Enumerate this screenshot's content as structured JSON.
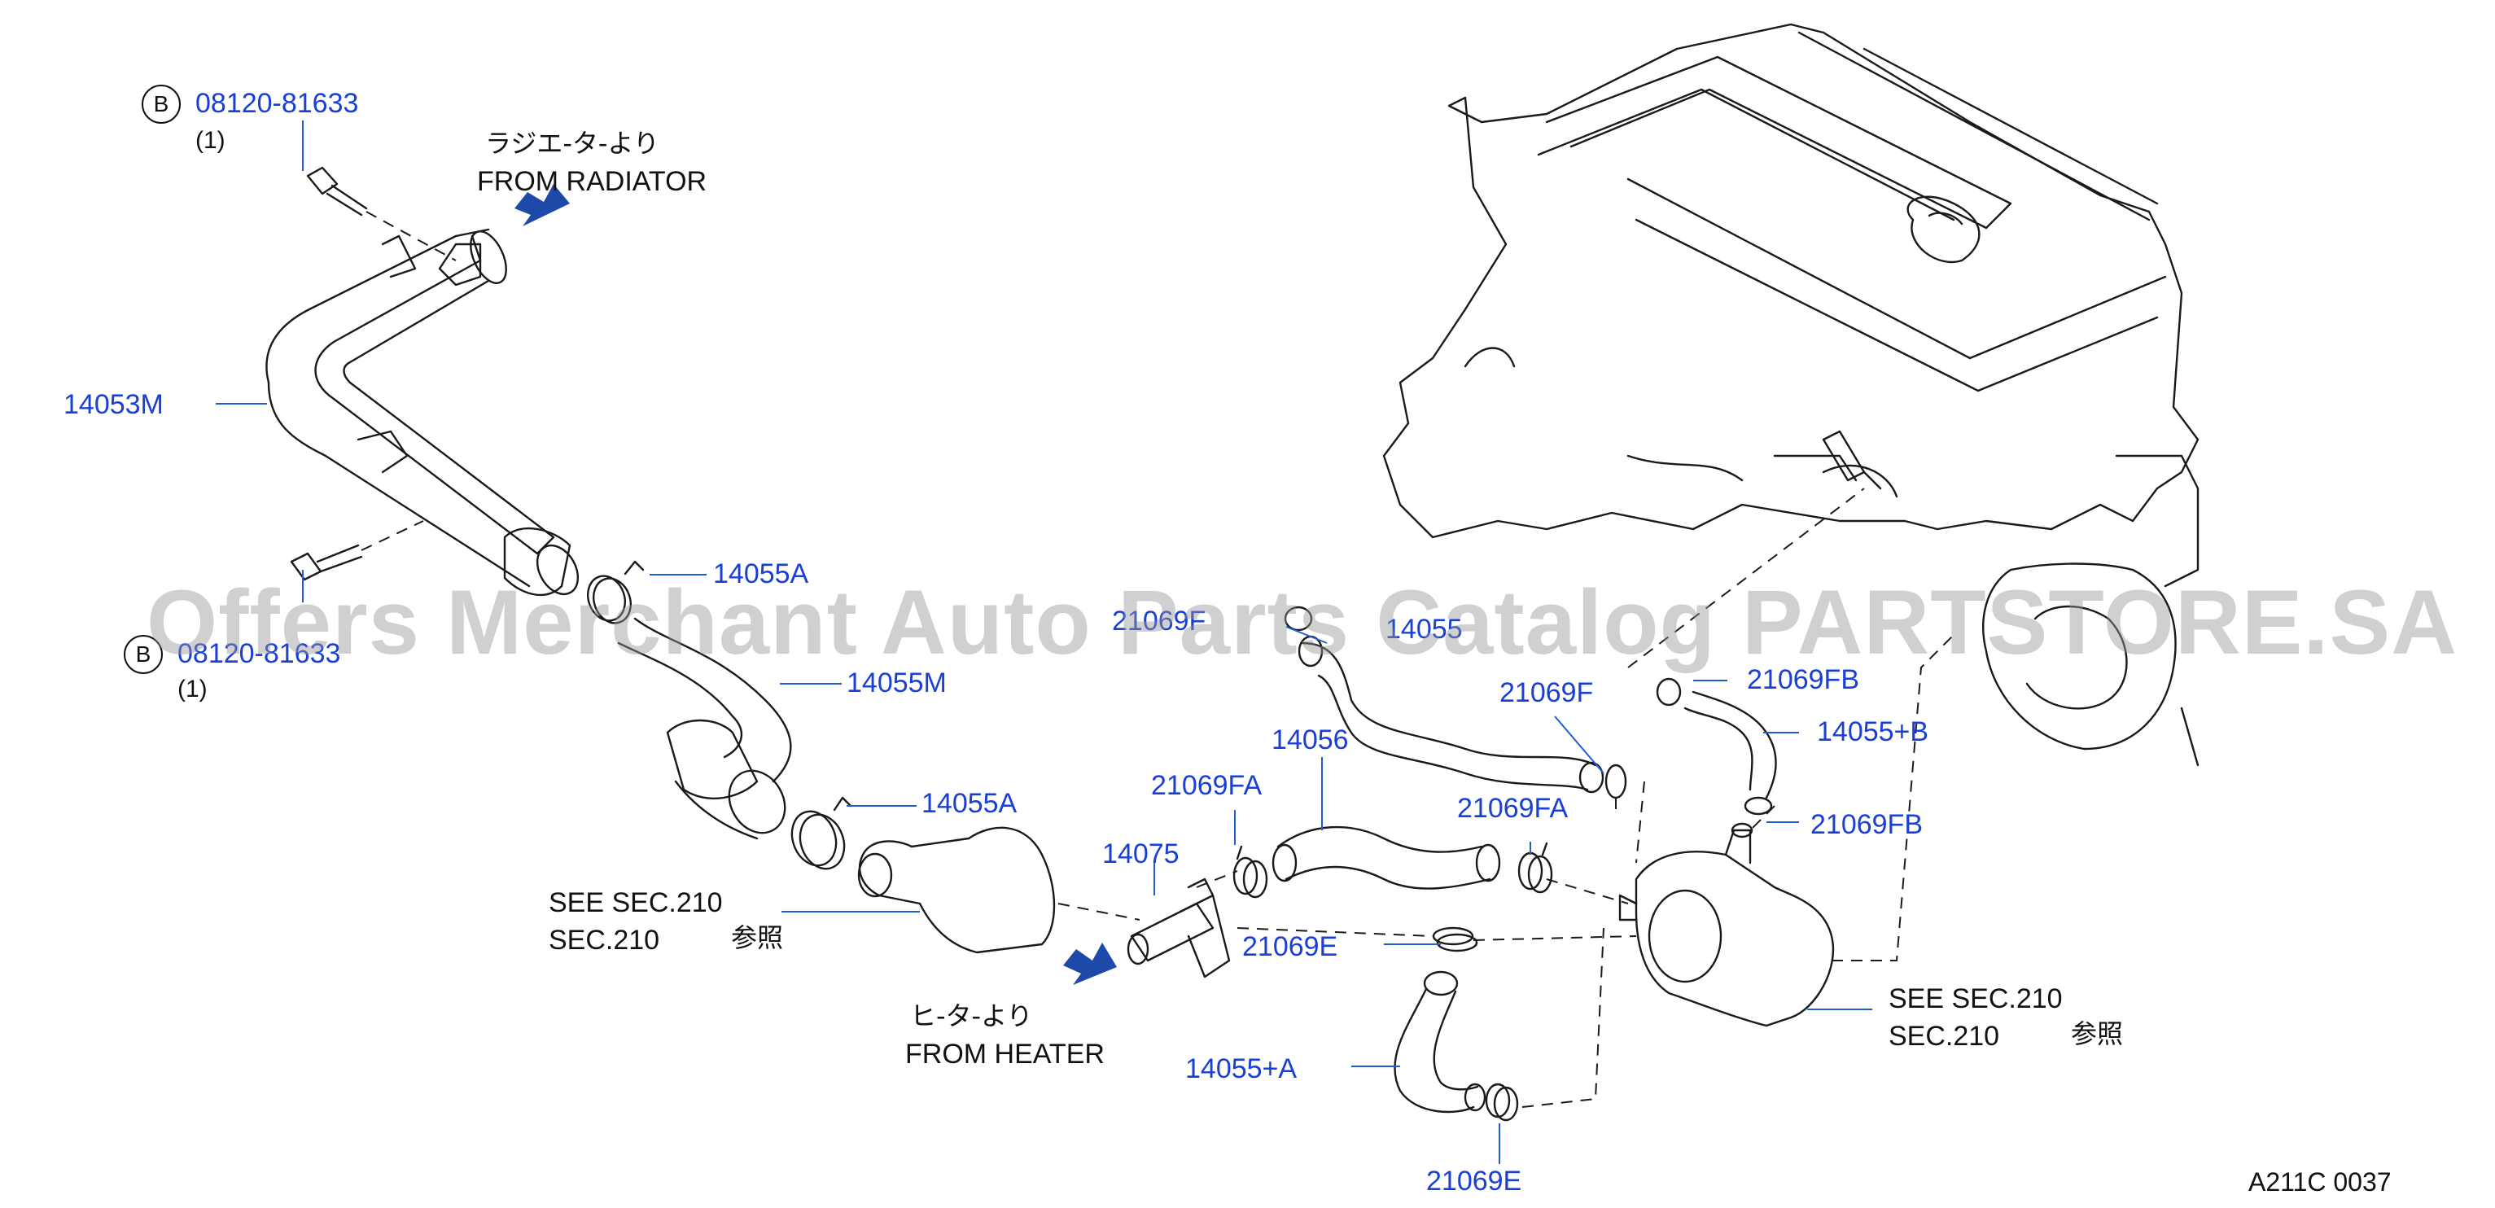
{
  "bolt_top": {
    "badge": "B",
    "part_no": "08120-81633",
    "qty": "(1)"
  },
  "bolt_bottom": {
    "badge": "B",
    "part_no": "08120-81633",
    "qty": "(1)"
  },
  "from_radiator": {
    "jp": "ラジエ-タ-より",
    "en": "FROM  RADIATOR"
  },
  "from_heater": {
    "jp": "ヒ-タ-より",
    "en": "FROM  HEATER"
  },
  "see_left": {
    "line1": "SEE  SEC.210",
    "line2": "SEC.210",
    "jp": "参照"
  },
  "see_right": {
    "line1": "SEE  SEC.210",
    "line2": "SEC.210",
    "jp": "参照"
  },
  "parts": {
    "p14053M": "14053M",
    "p14055A_top": "14055A",
    "p14055M": "14055M",
    "p14055A_mid": "14055A",
    "p14075": "14075",
    "p14056": "14056",
    "p21069FA_left": "21069FA",
    "p21069FA_right": "21069FA",
    "p21069E_mid": "21069E",
    "p14055pA": "14055+A",
    "p21069E_bottom": "21069E",
    "p21069F_top": "21069F",
    "p14055_top": "14055",
    "p21069F_mid": "21069F",
    "p21069FB_top": "21069FB",
    "p14055pB": "14055+B",
    "p21069FB_bottom": "21069FB"
  },
  "diagram_code": "A211C  0037",
  "watermark": "Offers Merchant Auto Parts Catalog PARTSTORE.SA",
  "colors": {
    "label_blue": "#1a3fd6",
    "arrow_blue": "#1d4aa8",
    "line": "#1a1a1a"
  }
}
